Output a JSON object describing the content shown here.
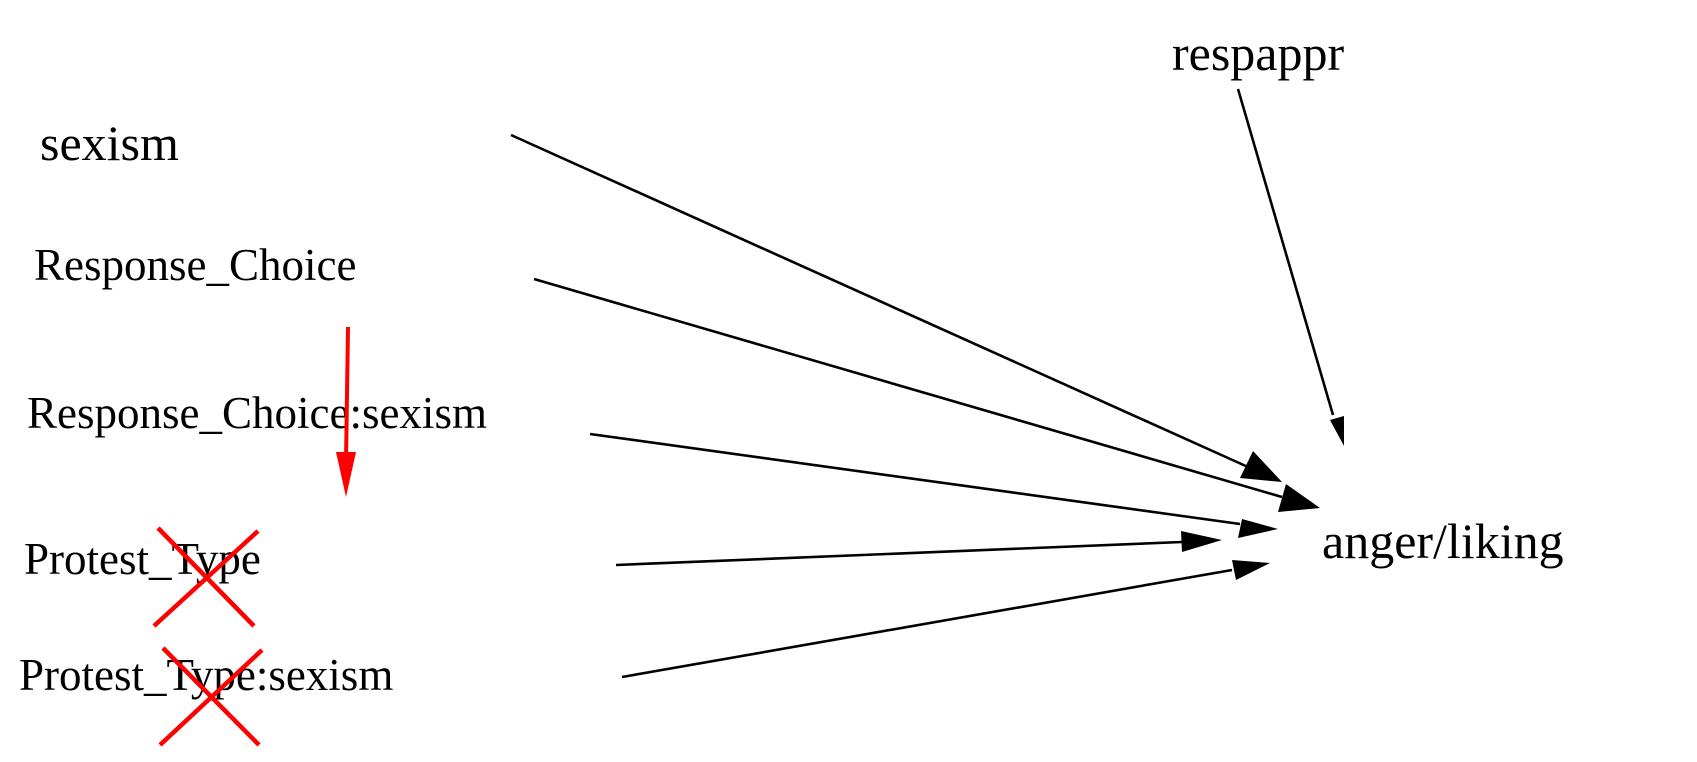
{
  "nodes": {
    "sexism": "sexism",
    "response_choice": "Response_Choice",
    "response_choice_sexism": "Response_Choice:sexism",
    "protest_type": "Protest_Type",
    "protest_type_sexism": "Protest_Type:sexism",
    "respappr": "respappr",
    "outcome": "anger/liking"
  },
  "colors": {
    "edge": "#000000",
    "annotation": "#ff0000"
  }
}
